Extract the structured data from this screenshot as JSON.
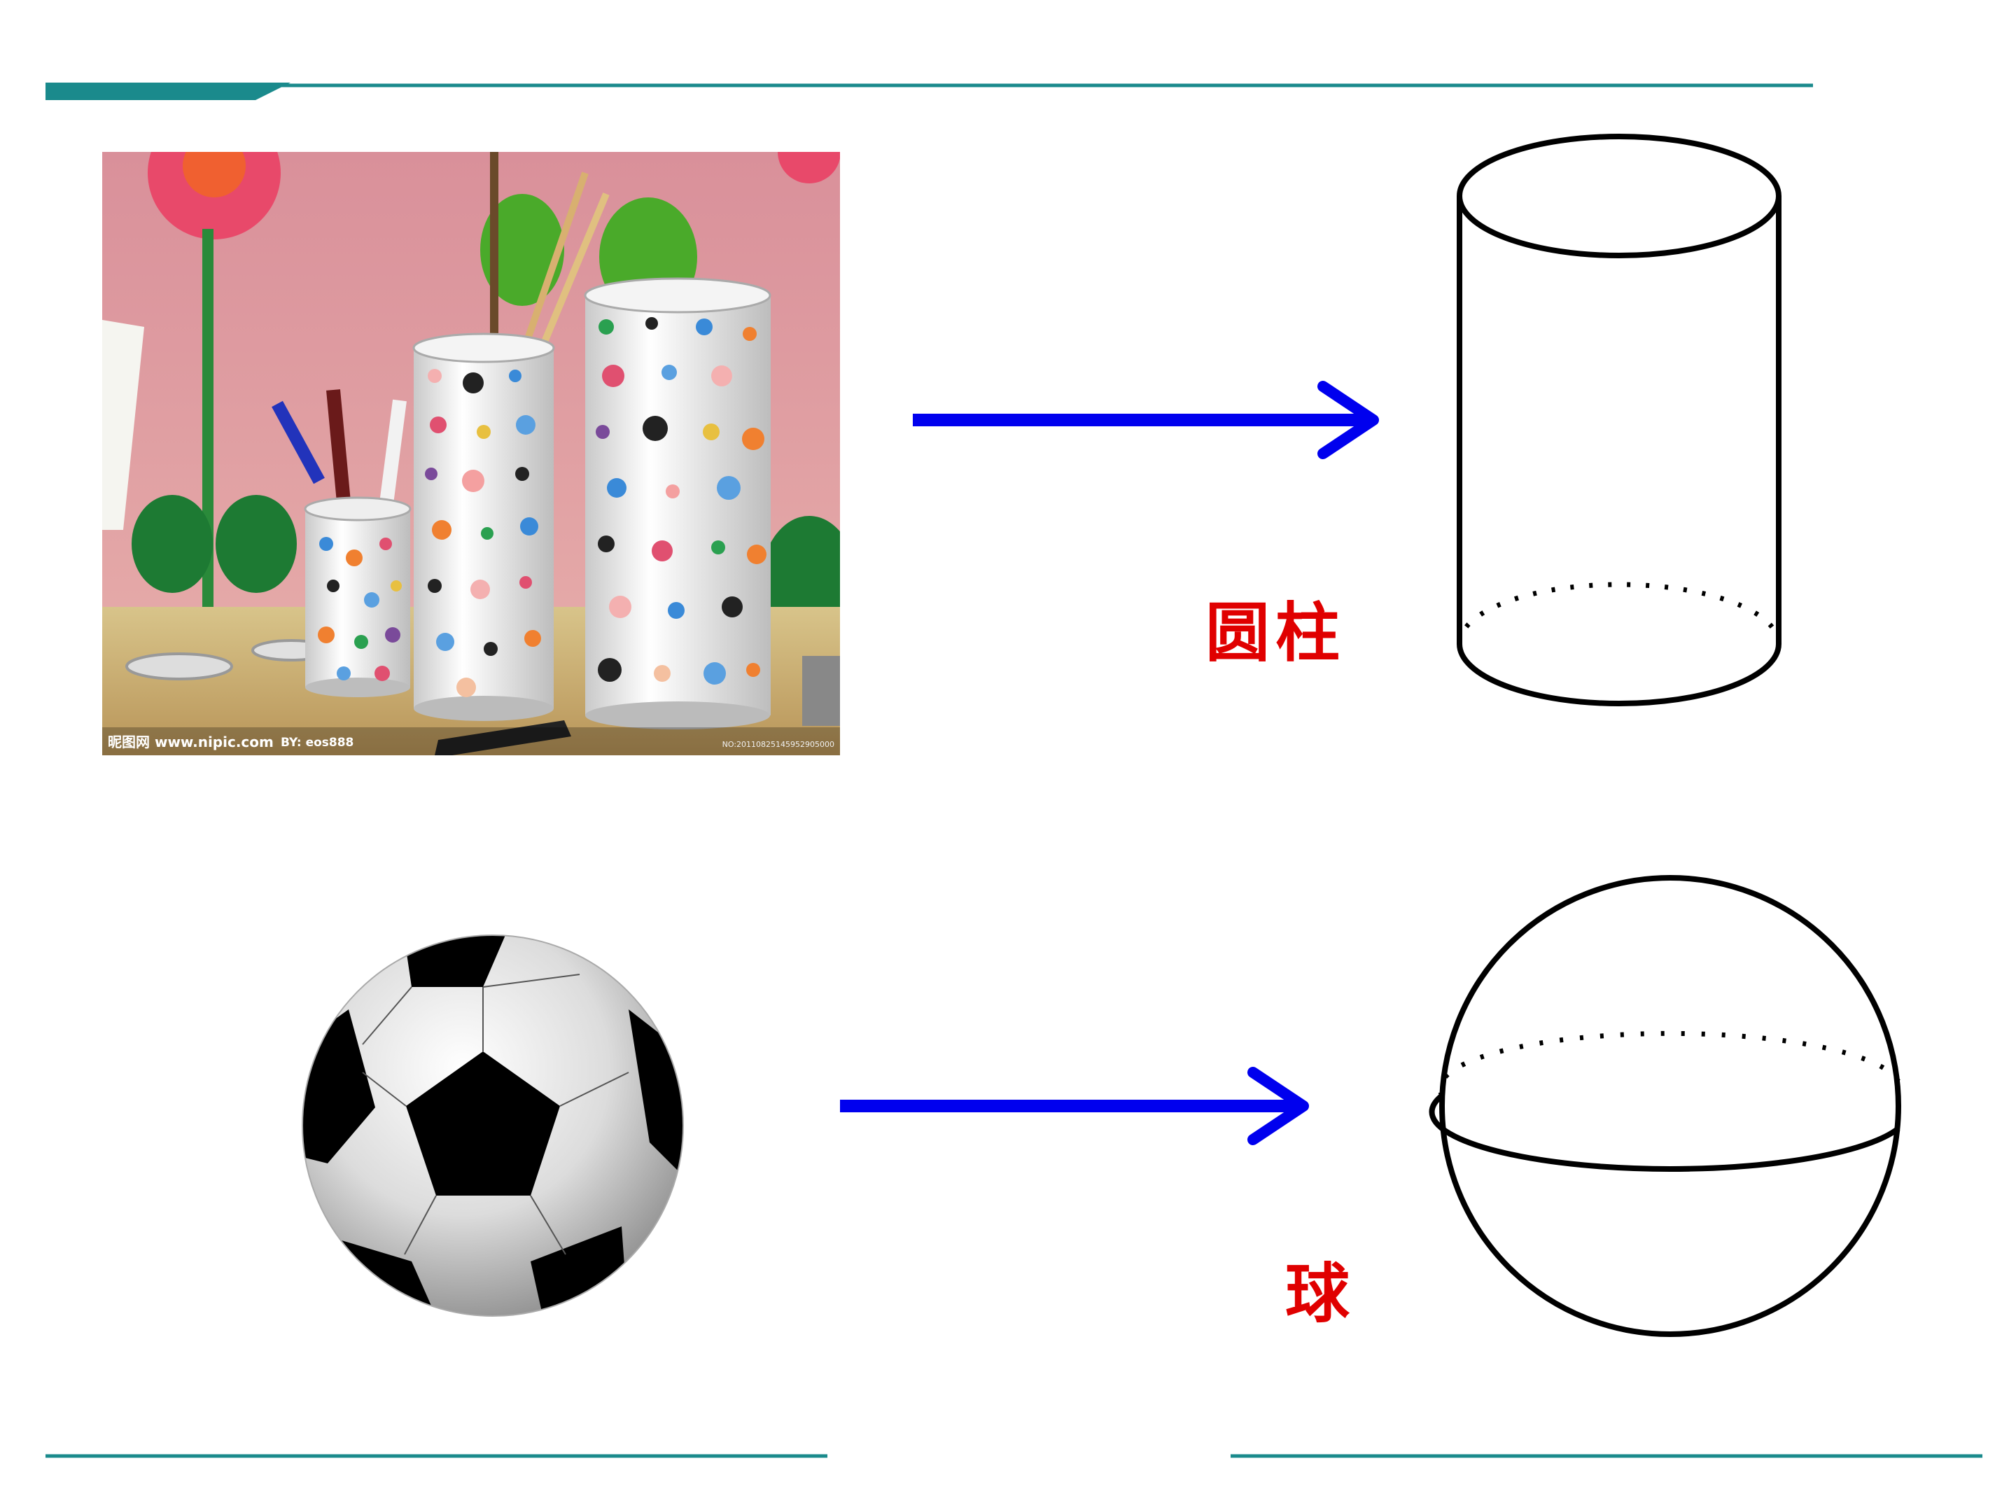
{
  "slide": {
    "accent_color": "#1a8a8c",
    "arrow_color": "#0000ee",
    "label_color": "#e00000"
  },
  "photo": {
    "watermark_left": "昵图网 www.nipic.com",
    "watermark_by": "BY: eos888",
    "watermark_right": "NO:20110825145952905000"
  },
  "labels": {
    "cylinder": "圆柱",
    "sphere": "球"
  }
}
